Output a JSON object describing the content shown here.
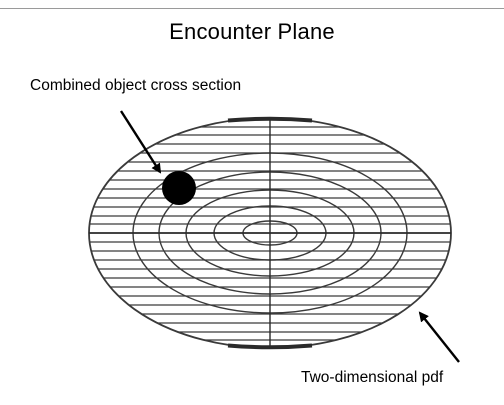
{
  "title": "Encounter Plane",
  "labels": {
    "cross_section": "Combined object cross section",
    "pdf": "Two-dimensional pdf"
  },
  "colors": {
    "line": "#3a3a3a",
    "object": "#000000",
    "rule": "#9a9a9a"
  }
}
